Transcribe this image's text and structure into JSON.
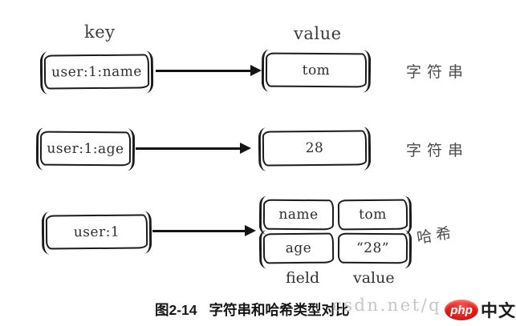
{
  "headers": {
    "key": "key",
    "value": "value"
  },
  "rows": [
    {
      "key": "user:1:name",
      "value": "tom",
      "type_label": "字符串"
    },
    {
      "key": "user:1:age",
      "value": "28",
      "type_label": "字符串"
    }
  ],
  "hash": {
    "key": "user:1",
    "type_label": "哈希",
    "cells": {
      "field1": "name",
      "value1": "tom",
      "field2": "age",
      "value2": "“28”"
    },
    "footer": {
      "field": "field",
      "value": "value"
    }
  },
  "caption": {
    "number": "图2-14",
    "text": "字符串和哈希类型对比"
  },
  "watermark": "csdn.net/qq_",
  "logo": {
    "badge": "php",
    "text": "中文网"
  },
  "colors": {
    "ink": "#1b1b1b",
    "type_label": "#4c4c4c",
    "watermark": "#c6c6c6",
    "logo_red": "#d6120f"
  }
}
